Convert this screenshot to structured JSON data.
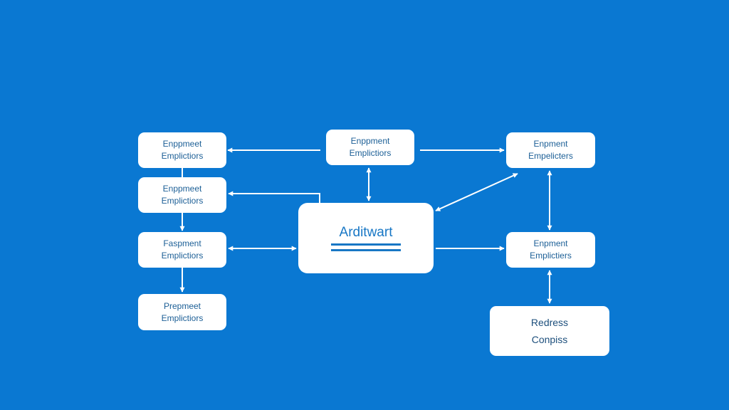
{
  "colors": {
    "background": "#0a78d2",
    "box": "#ffffff",
    "text": "#1c5f96",
    "accent": "#1877c5"
  },
  "nodes": {
    "left_1": {
      "line1": "Enppmeet",
      "line2": "Emplictiors"
    },
    "left_2": {
      "line1": "Enppmeet",
      "line2": "Emplictiors"
    },
    "left_3": {
      "line1": "Faspment",
      "line2": "Emplictiors"
    },
    "left_4": {
      "line1": "Prepmeet",
      "line2": "Emplictiors"
    },
    "top_center": {
      "line1": "Enppment",
      "line2": "Emplictiors"
    },
    "center": {
      "title": "Arditwart"
    },
    "right_top": {
      "line1": "Enpment",
      "line2": "Empelicters"
    },
    "right_middle": {
      "line1": "Enpment",
      "line2": "Emplictiers"
    },
    "right_bottom": {
      "line1": "Redress",
      "line2": "Conpiss"
    }
  }
}
